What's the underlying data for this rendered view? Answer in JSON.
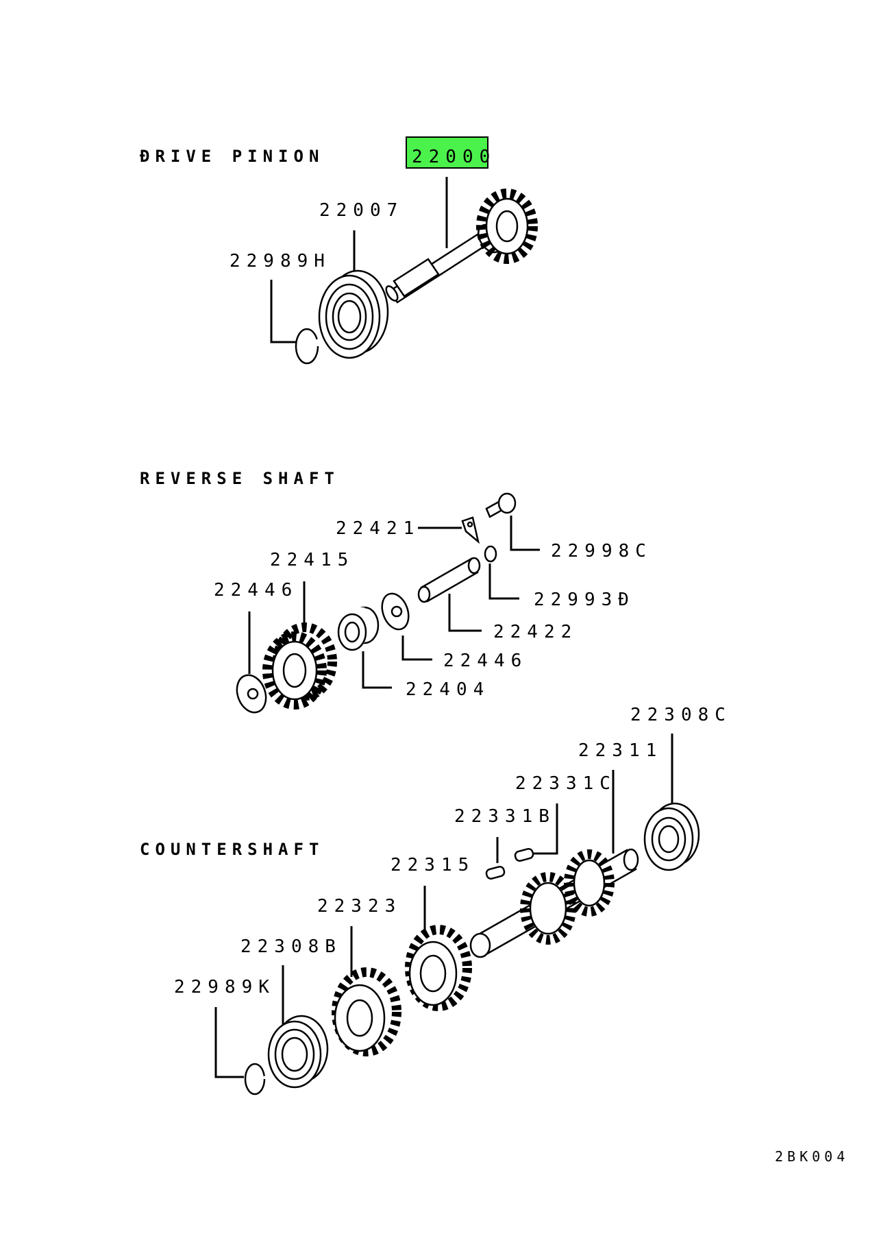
{
  "sections": {
    "drive_pinion": "ĐRIVE PINION",
    "reverse_shaft": "REVERSE SHAFT",
    "countershaft": "COUNTERSHAFT"
  },
  "highlight_color": "#4cf24c",
  "parts": {
    "p22000": "22000",
    "p22007": "22007",
    "p22989H": "22989H",
    "p22421": "22421",
    "p22998C": "22998C",
    "p22415": "22415",
    "p22446a": "22446",
    "p22993D": "22993Đ",
    "p22422": "22422",
    "p22446b": "22446",
    "p22404": "22404",
    "p22308C": "22308C",
    "p22311": "22311",
    "p22331C": "22331C",
    "p22331B": "22331B",
    "p22315": "22315",
    "p22323": "22323",
    "p22308B": "22308B",
    "p22989K": "22989K"
  },
  "diagram_ref": "2BK004"
}
